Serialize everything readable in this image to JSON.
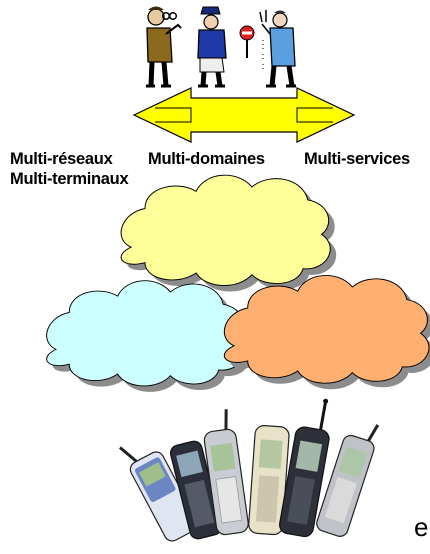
{
  "labels": {
    "networks": "Multi-réseaux",
    "domains": "Multi-domaines",
    "services": "Multi-services",
    "terminals": "Multi-terminaux"
  },
  "stray_text": "e",
  "colors": {
    "arrow_fill": "#ffff00",
    "cloud_top": "#ffff99",
    "cloud_left": "#ccffff",
    "cloud_right": "#ffb070",
    "outline": "#000000",
    "shadow": "#8c8c8c"
  },
  "icons": [
    "business-people-icon",
    "police-officer-icon",
    "no-entry-sign-icon",
    "waiter-icon",
    "mobile-phones-icon"
  ]
}
